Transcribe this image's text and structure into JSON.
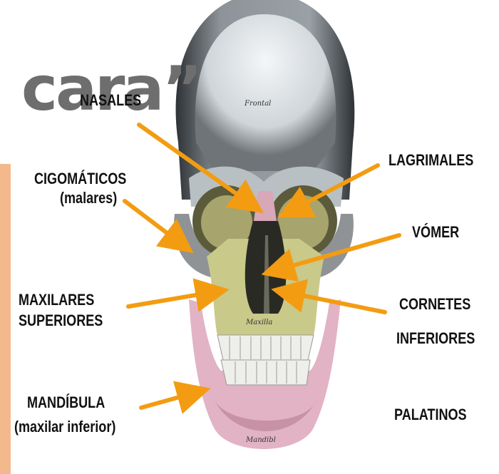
{
  "title": {
    "text": "cara”"
  },
  "skull_tags": {
    "frontal": "Frontal",
    "maxilla": "Maxilla",
    "mandible": "Mandibl"
  },
  "labels": {
    "nasales": "NASALES",
    "cigomaticos_1": "CIGOMÁTICOS",
    "cigomaticos_2": "(malares)",
    "maxilares_1": "MAXILARES",
    "maxilares_2": "SUPERIORES",
    "mandibula_1": "MANDÍBULA",
    "mandibula_2": "(maxilar inferior)",
    "lagrimales": "LAGRIMALES",
    "vomer": "VÓMER",
    "cornetes_1": "CORNETES",
    "cornetes_2": "INFERIORES",
    "palatinos": "PALATINOS"
  },
  "colors": {
    "arrow": "#f39c12",
    "sidebar": "#f3b98c",
    "maxilla": "#c9c98a",
    "mandible": "#e2b3c4"
  }
}
